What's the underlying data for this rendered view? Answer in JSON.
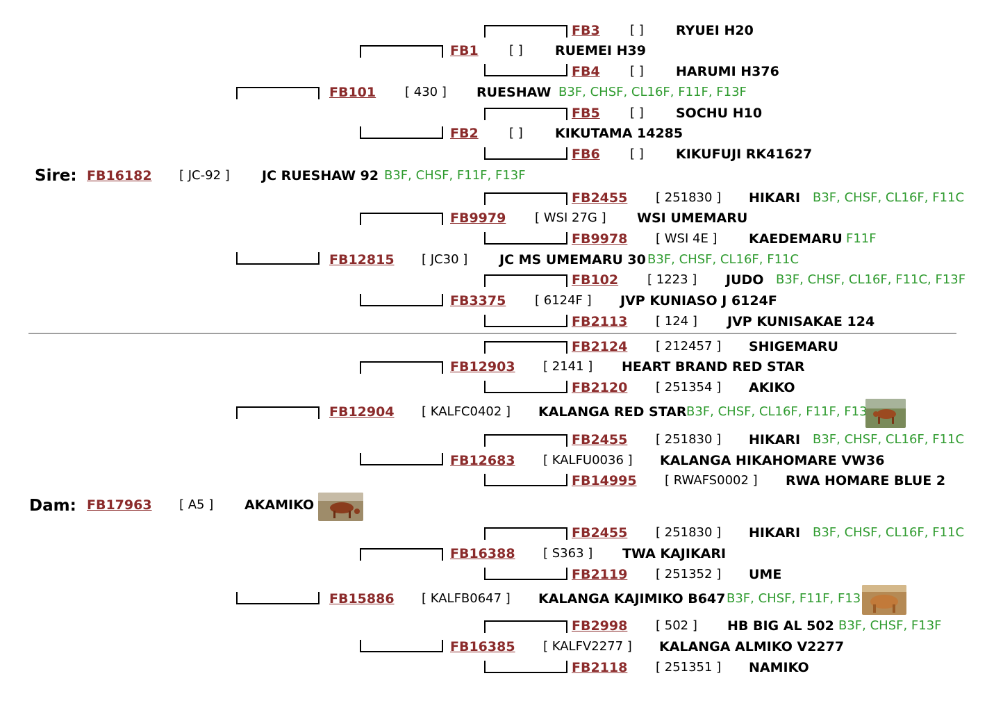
{
  "sire": {
    "label": "Sire:",
    "id": "FB16182",
    "reg": "[ JC-92 ]",
    "name": "JC RUESHAW 92",
    "tests": "B3F, CHSF, F11F, F13F",
    "father": {
      "id": "FB101",
      "reg": "[ 430 ]",
      "name": "RUESHAW",
      "tests": "B3F, CHSF, CL16F, F11F, F13F",
      "father": {
        "id": "FB1",
        "reg": "[ ]",
        "name": "RUEMEI H39",
        "father": {
          "id": "FB3",
          "reg": "[ ]",
          "name": "RYUEI H20"
        },
        "mother": {
          "id": "FB4",
          "reg": "[ ]",
          "name": "HARUMI H376"
        }
      },
      "mother": {
        "id": "FB2",
        "reg": "[ ]",
        "name": "KIKUTAMA 14285",
        "father": {
          "id": "FB5",
          "reg": "[ ]",
          "name": "SOCHU H10"
        },
        "mother": {
          "id": "FB6",
          "reg": "[ ]",
          "name": "KIKUFUJI RK41627"
        }
      }
    },
    "mother": {
      "id": "FB12815",
      "reg": "[ JC30 ]",
      "name": "JC MS UMEMARU 30",
      "tests": "B3F, CHSF, CL16F, F11C",
      "father": {
        "id": "FB9979",
        "reg": "[ WSI 27G ]",
        "name": "WSI UMEMARU",
        "father": {
          "id": "FB2455",
          "reg": "[ 251830 ]",
          "name": "HIKARI",
          "tests": "B3F, CHSF, CL16F, F11C"
        },
        "mother": {
          "id": "FB9978",
          "reg": "[ WSI 4E ]",
          "name": "KAEDEMARU",
          "tests": "F11F"
        }
      },
      "mother": {
        "id": "FB3375",
        "reg": "[ 6124F ]",
        "name": "JVP KUNIASO J 6124F",
        "father": {
          "id": "FB102",
          "reg": "[ 1223 ]",
          "name": "JUDO",
          "tests": "B3F, CHSF, CL16F, F11C, F13F"
        },
        "mother": {
          "id": "FB2113",
          "reg": "[ 124 ]",
          "name": "JVP KUNISAKAE 124"
        }
      }
    }
  },
  "dam": {
    "label": "Dam:",
    "id": "FB17963",
    "reg": "[ A5 ]",
    "name": "AKAMIKO",
    "father": {
      "id": "FB12904",
      "reg": "[ KALFC0402 ]",
      "name": "KALANGA RED STAR",
      "tests": "B3F, CHSF, CL16F, F11F, F13F",
      "father": {
        "id": "FB12903",
        "reg": "[ 2141 ]",
        "name": "HEART BRAND RED STAR",
        "father": {
          "id": "FB2124",
          "reg": "[ 212457 ]",
          "name": "SHIGEMARU"
        },
        "mother": {
          "id": "FB2120",
          "reg": "[ 251354 ]",
          "name": "AKIKO"
        }
      },
      "mother": {
        "id": "FB12683",
        "reg": "[ KALFU0036 ]",
        "name": "KALANGA HIKAHOMARE VW36",
        "father": {
          "id": "FB2455",
          "reg": "[ 251830 ]",
          "name": "HIKARI",
          "tests": "B3F, CHSF, CL16F, F11C"
        },
        "mother": {
          "id": "FB14995",
          "reg": "[ RWAFS0002 ]",
          "name": "RWA HOMARE BLUE 2"
        }
      }
    },
    "mother": {
      "id": "FB15886",
      "reg": "[ KALFB0647 ]",
      "name": "KALANGA KAJIMIKO B647",
      "tests": "B3F, CHSF, F11F, F13F",
      "father": {
        "id": "FB16388",
        "reg": "[ S363 ]",
        "name": "TWA KAJIKARI",
        "father": {
          "id": "FB2455",
          "reg": "[ 251830 ]",
          "name": "HIKARI",
          "tests": "B3F, CHSF, CL16F, F11C"
        },
        "mother": {
          "id": "FB2119",
          "reg": "[ 251352 ]",
          "name": "UME"
        }
      },
      "mother": {
        "id": "FB16385",
        "reg": "[ KALFV2277 ]",
        "name": "KALANGA ALMIKO V2277",
        "father": {
          "id": "FB2998",
          "reg": "[ 502 ]",
          "name": "HB BIG AL 502",
          "tests": "B3F, CHSF, F13F"
        },
        "mother": {
          "id": "FB2118",
          "reg": "[ 251351 ]",
          "name": "NAMIKO"
        }
      }
    }
  },
  "colors": {
    "link": "#8b2b2b",
    "tests": "#2f9b2f",
    "divider": "#a0a0a0"
  }
}
